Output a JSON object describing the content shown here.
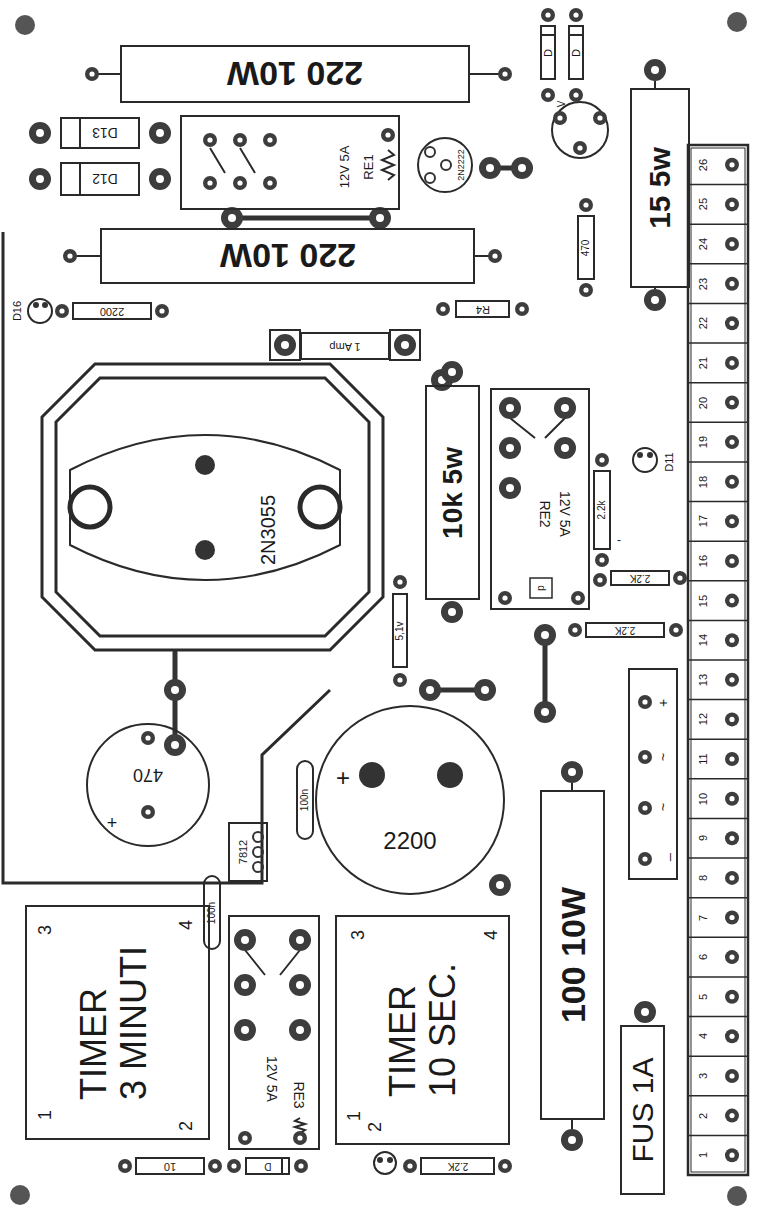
{
  "diagram": {
    "nodes": [
      {
        "text": [
          "220 10W"
        ]
      },
      {
        "text": [
          "D"
        ]
      },
      {
        "text": [
          "D"
        ]
      },
      {
        "text": [
          "D13"
        ]
      },
      {
        "text": [
          "12V 5A",
          "RE1"
        ]
      },
      {
        "text": [
          "2N2222"
        ]
      },
      {
        "text": [
          "D12"
        ]
      },
      {
        "text": [
          "15 5w"
        ]
      },
      {
        "text": [
          "470"
        ]
      },
      {
        "text": [
          "220 10W"
        ]
      },
      {
        "text": [
          "2200"
        ]
      },
      {
        "text": [
          "R4"
        ]
      },
      {
        "text": [
          "1 Amp"
        ]
      },
      {
        "text": [
          "2N3055"
        ]
      },
      {
        "text": [
          "10k 5w"
        ]
      },
      {
        "text": [
          "12V 5A",
          "RE2"
        ]
      },
      {
        "text": [
          "2.2k"
        ]
      },
      {
        "text": [
          "2.2K"
        ]
      },
      {
        "text": [
          "2.2K"
        ]
      },
      {
        "text": [
          "5,1v"
        ]
      },
      {
        "text": [
          "470",
          "+"
        ]
      },
      {
        "text": [
          "+",
          "2200"
        ]
      },
      {
        "text": [
          "7812"
        ]
      },
      {
        "text": [
          "100n"
        ]
      },
      {
        "text": [
          "_",
          "~",
          "~",
          "+"
        ]
      },
      {
        "text": [
          "100 10W"
        ]
      },
      {
        "text": [
          "100n"
        ]
      },
      {
        "text": [
          "TIMER 3 MINUTI",
          "1",
          "2",
          "3",
          "4"
        ]
      },
      {
        "text": [
          "12V 5A",
          "RE3"
        ]
      },
      {
        "text": [
          "TIMER 10 SEC.",
          "1",
          "2",
          "3",
          "4"
        ]
      },
      {
        "text": [
          "FUS 1A"
        ]
      },
      {
        "text": [
          "10"
        ]
      },
      {
        "text": [
          "D"
        ]
      },
      {
        "text": [
          "2.2K"
        ]
      }
    ],
    "labels": [
      "D16",
      "V",
      "D11",
      "-",
      "d",
      "1",
      "2",
      "3",
      "4",
      "5",
      "6",
      "7",
      "8",
      "9",
      "10",
      "11",
      "12",
      "13",
      "14",
      "15",
      "16",
      "17",
      "18",
      "19",
      "20",
      "21",
      "22",
      "23",
      "24",
      "25",
      "26"
    ]
  }
}
